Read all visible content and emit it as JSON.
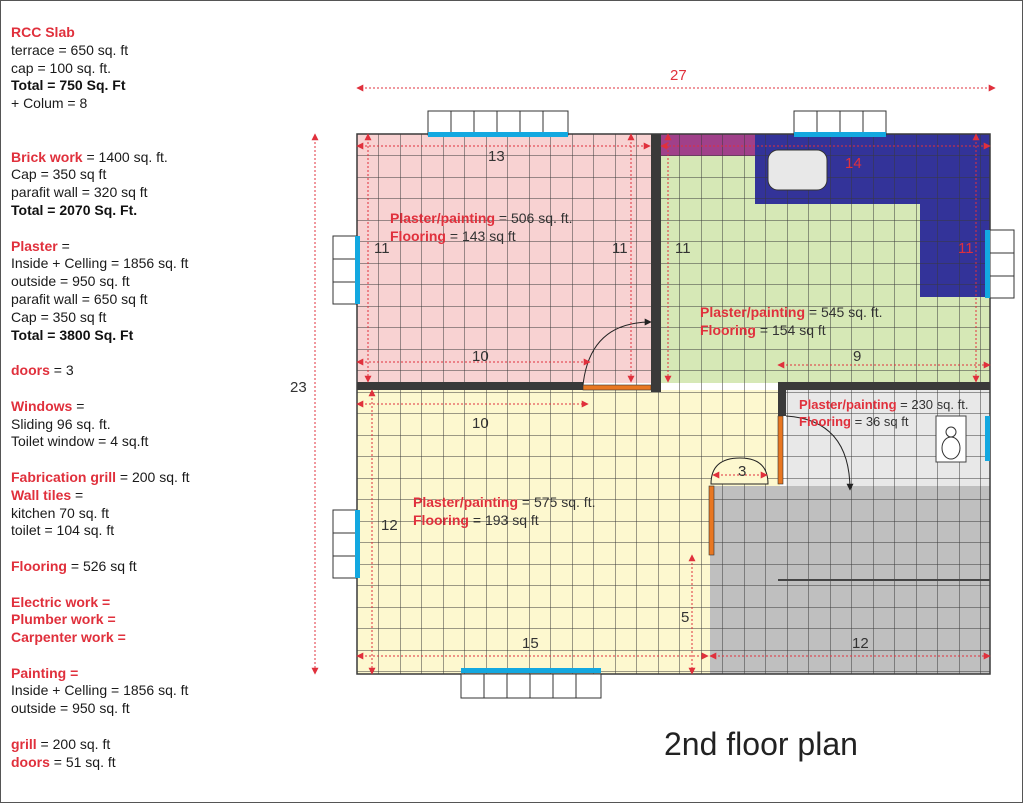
{
  "notes": [
    {
      "label": "RCC Slab",
      "value": "",
      "style": "red"
    },
    {
      "label": "",
      "value": "terrace = 650 sq. ft",
      "style": "plain"
    },
    {
      "label": "",
      "value": "cap = 100 sq. ft.",
      "style": "plain"
    },
    {
      "label": "",
      "value": "Total = 750 Sq. Ft",
      "style": "bold"
    },
    {
      "label": "",
      "value": "+ Colum = 8",
      "style": "plain"
    },
    {
      "gap": 2
    },
    {
      "label": "Brick work",
      "value": " = 1400 sq. ft.",
      "style": "red"
    },
    {
      "label": "",
      "value": "Cap = 350 sq ft",
      "style": "plain"
    },
    {
      "label": "",
      "value": "parafit wall = 320 sq ft",
      "style": "plain"
    },
    {
      "label": "",
      "value": "Total = 2070 Sq. Ft.",
      "style": "bold"
    },
    {
      "gap": 1
    },
    {
      "label": "Plaster",
      "value": " =",
      "style": "red"
    },
    {
      "label": "",
      "value": "Inside + Celling = 1856 sq. ft",
      "style": "plain"
    },
    {
      "label": "",
      "value": "outside = 950 sq. ft",
      "style": "plain"
    },
    {
      "label": "",
      "value": "parafit wall = 650 sq ft",
      "style": "plain"
    },
    {
      "label": "",
      "value": "Cap = 350 sq ft",
      "style": "plain"
    },
    {
      "label": "",
      "value": "Total = 3800 Sq. Ft",
      "style": "bold"
    },
    {
      "gap": 1
    },
    {
      "label": "doors",
      "value": " = 3",
      "style": "red"
    },
    {
      "gap": 1
    },
    {
      "label": "Windows",
      "value": " =",
      "style": "red"
    },
    {
      "label": "",
      "value": "Sliding 96 sq. ft.",
      "style": "plain"
    },
    {
      "label": "",
      "value": "Toilet window = 4 sq.ft",
      "style": "plain"
    },
    {
      "gap": 1
    },
    {
      "label": "Fabrication grill",
      "value": " = 200 sq. ft",
      "style": "red"
    },
    {
      "label": "Wall tiles",
      "value": " =",
      "style": "red"
    },
    {
      "label": "",
      "value": "kitchen 70 sq. ft",
      "style": "plain"
    },
    {
      "label": "",
      "value": "toilet = 104 sq. ft",
      "style": "plain"
    },
    {
      "gap": 1
    },
    {
      "label": "Flooring",
      "value": " = 526 sq ft",
      "style": "red"
    },
    {
      "gap": 1
    },
    {
      "label": "Electric work =",
      "value": "",
      "style": "red"
    },
    {
      "label": "Plumber work =",
      "value": "",
      "style": "red"
    },
    {
      "label": "Carpenter work =",
      "value": "",
      "style": "red"
    },
    {
      "gap": 1
    },
    {
      "label": "Painting =",
      "value": "",
      "style": "red"
    },
    {
      "label": "",
      "value": "Inside + Celling = 1856 sq. ft",
      "style": "plain"
    },
    {
      "label": "",
      "value": "outside = 950 sq. ft",
      "style": "plain"
    },
    {
      "gap": 1
    },
    {
      "label": "grill",
      "value": " = 200 sq. ft",
      "style": "red"
    },
    {
      "label": "doors",
      "value": " = 51 sq. ft",
      "style": "red"
    }
  ],
  "plan": {
    "title": "2nd floor plan",
    "overall_width": "27",
    "overall_height": "23",
    "dims": {
      "room1_width": "13",
      "room1_height_left": "11",
      "room1_height_right": "11",
      "room1_bottom": "10",
      "room2_height_left": "11",
      "room2_bottom": "9",
      "kitchen_width": "14",
      "kitchen_height": "11",
      "hall_top": "10",
      "hall_height": "12",
      "hall_bottom": "15",
      "step": "3",
      "passage": "5",
      "grey_bottom": "12"
    },
    "rooms": [
      {
        "name": "room1",
        "plaster_label": "Plaster/painting",
        "plaster_value": " = 506 sq. ft.",
        "floor_label": "Flooring",
        "floor_value": " = 143 sq ft"
      },
      {
        "name": "room2",
        "plaster_label": "Plaster/painting",
        "plaster_value": " = 545 sq. ft.",
        "floor_label": "Flooring",
        "floor_value": " = 154 sq ft"
      },
      {
        "name": "toilet",
        "plaster_label": "Plaster/painting",
        "plaster_value": " = 230 sq. ft.",
        "floor_label": "Flooring",
        "floor_value": " = 36 sq ft"
      },
      {
        "name": "hall",
        "plaster_label": "Plaster/painting",
        "plaster_value": " = 575 sq. ft.",
        "floor_label": "Flooring",
        "floor_value": " = 193 sq ft"
      }
    ]
  },
  "colors": {
    "pink": "#f8d2d2",
    "green": "#d6e8b6",
    "yellow": "#fdf8cf",
    "grey": "#bfbfbf",
    "light": "#e8e8e8",
    "navy": "#333399",
    "purple": "#a0408a",
    "wall": "#3a3a3a",
    "window": "#13a8e0",
    "door": "#e87722",
    "dim": "#e0303c",
    "grid": "#3a3a3a"
  }
}
